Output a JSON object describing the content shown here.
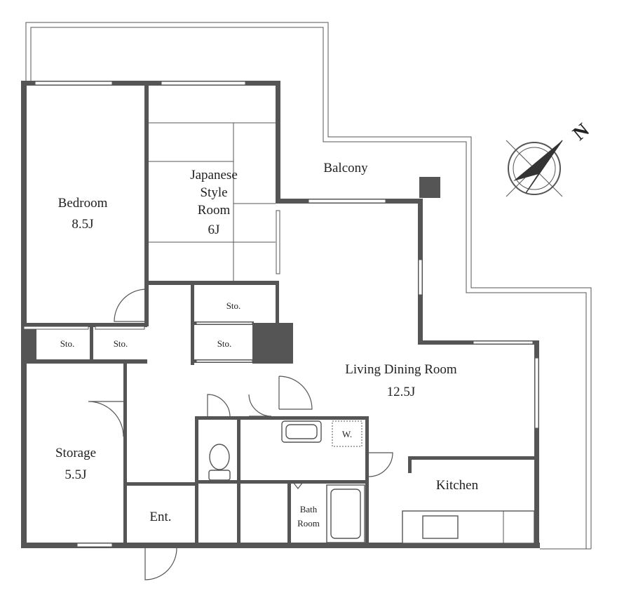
{
  "rooms": {
    "bedroom": {
      "name": "Bedroom",
      "size": "8.5J"
    },
    "japanese": {
      "line1": "Japanese",
      "line2": "Style",
      "line3": "Room",
      "size": "6J"
    },
    "balcony": {
      "name": "Balcony"
    },
    "living": {
      "name": "Living Dining Room",
      "size": "12.5J"
    },
    "storage": {
      "name": "Storage",
      "size": "5.5J"
    },
    "kitchen": {
      "name": "Kitchen"
    },
    "entrance": {
      "name": "Ent."
    },
    "bath": {
      "line1": "Bath",
      "line2": "Room"
    },
    "washer": {
      "name": "W."
    }
  },
  "closets": {
    "sto_1": "Sto.",
    "sto_2": "Sto.",
    "sto_3": "Sto.",
    "sto_4": "Sto."
  },
  "compass": {
    "north": "N"
  },
  "colors": {
    "wall": "#555555",
    "background": "#ffffff"
  }
}
